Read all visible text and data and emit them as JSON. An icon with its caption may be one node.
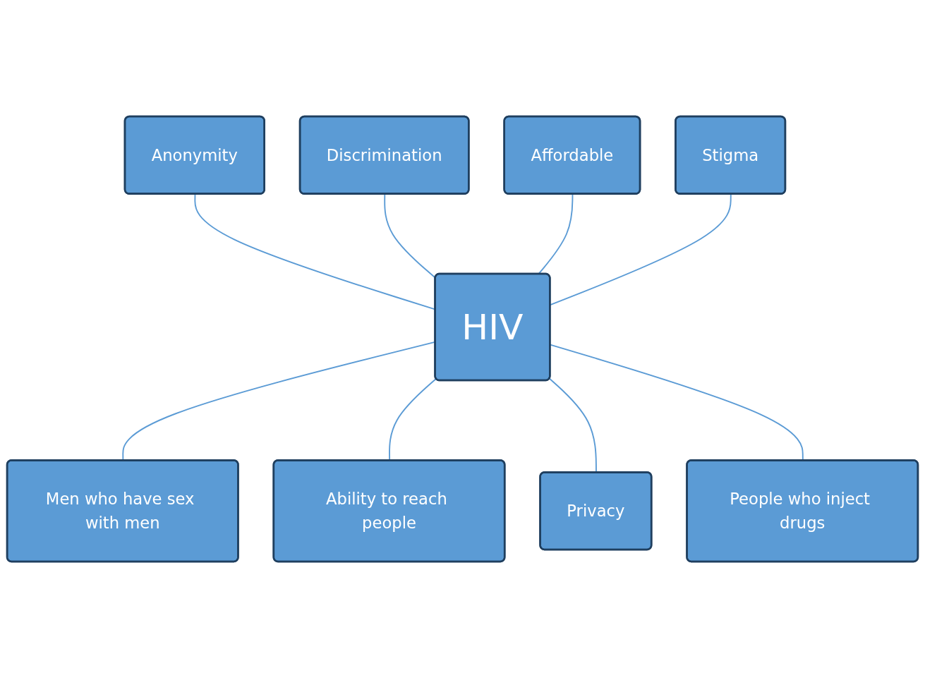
{
  "diagram": {
    "nodes": [
      {
        "text": [
          "Discrimination"
        ]
      },
      {
        "text": [
          "Affordable"
        ]
      },
      {
        "text": [
          "Anonymity"
        ]
      },
      {
        "text": [
          "HIV"
        ]
      },
      {
        "text": [
          "Stigma"
        ]
      },
      {
        "text": [
          "Men who have sex with men"
        ]
      },
      {
        "text": [
          "People who inject drugs"
        ]
      },
      {
        "text": [
          "Ability to reach people"
        ]
      },
      {
        "text": [
          "Privacy"
        ]
      }
    ],
    "edges": [
      {
        "from": 2,
        "to": 3,
        "arrow": "none"
      },
      {
        "from": 0,
        "to": 3,
        "arrow": "none"
      },
      {
        "from": 1,
        "to": 3,
        "arrow": "none"
      },
      {
        "from": 4,
        "to": 3,
        "arrow": "none"
      },
      {
        "from": 3,
        "to": 5,
        "arrow": "none"
      },
      {
        "from": 3,
        "to": 7,
        "arrow": "none"
      },
      {
        "from": 3,
        "to": 8,
        "arrow": "none"
      },
      {
        "from": 3,
        "to": 6,
        "arrow": "none"
      }
    ]
  }
}
